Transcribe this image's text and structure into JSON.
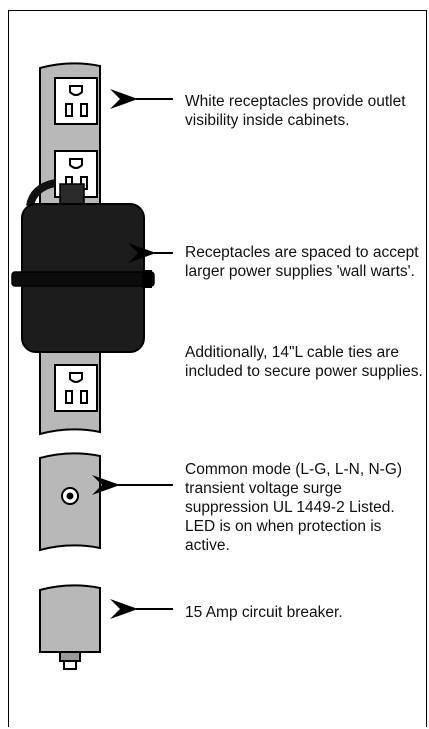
{
  "annotations": [
    {
      "id": "white-receptacles",
      "text": "White receptacles provide outlet visibility inside cabinets."
    },
    {
      "id": "spacing",
      "text": "Receptacles are spaced to accept larger power supplies 'wall warts'."
    },
    {
      "id": "cable-ties",
      "text": "Additionally, 14\"L cable ties are included to secure power supplies."
    },
    {
      "id": "surge",
      "text": "Common mode (L-G, L-N, N-G) transient voltage surge suppression UL 1449-2 Listed. LED is on when protection is active."
    },
    {
      "id": "breaker",
      "text": "15 Amp circuit breaker."
    }
  ],
  "colors": {
    "strip": "#b8b8b8",
    "receptacle": "#ffffff",
    "wall_wart": "#1c1c1c",
    "outline": "#000000"
  }
}
